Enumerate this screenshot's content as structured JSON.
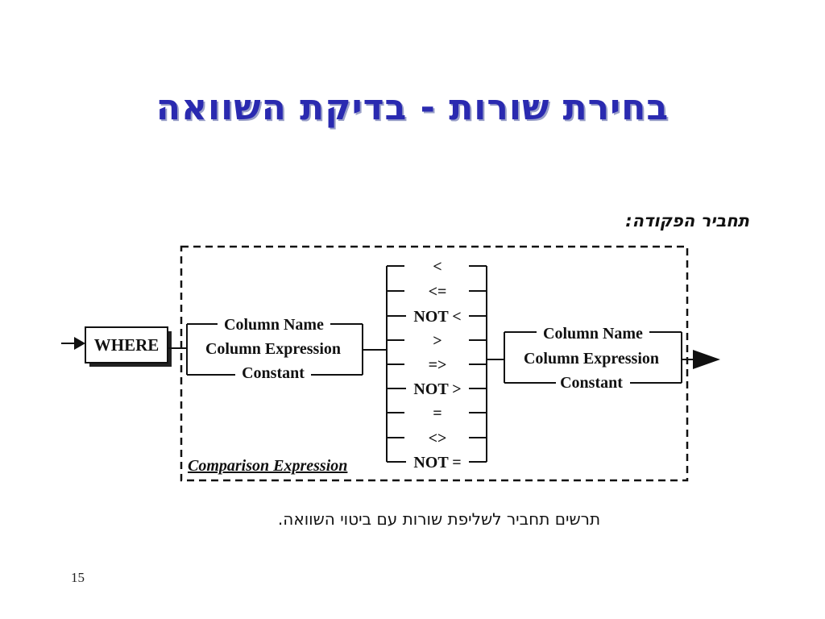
{
  "slide": {
    "title": "בחירת שורות - בדיקת השוואה",
    "subtitle": "תחביר הפקודה:",
    "caption": "תרשים תחביר לשליפת שורות עם ביטוי השוואה.",
    "page_number": "15",
    "title_color": "#2a2ab0"
  },
  "diagram": {
    "where_label": "WHERE",
    "left_operands": [
      "Column Name",
      "Column Expression",
      "Constant"
    ],
    "operators": [
      "<",
      "<=",
      "NOT <",
      ">",
      "=>",
      "NOT >",
      "=",
      "<>",
      "NOT ="
    ],
    "right_operands": [
      "Column Name",
      "Column Expression",
      "Constant"
    ],
    "frame_label": "Comparison Expression"
  }
}
